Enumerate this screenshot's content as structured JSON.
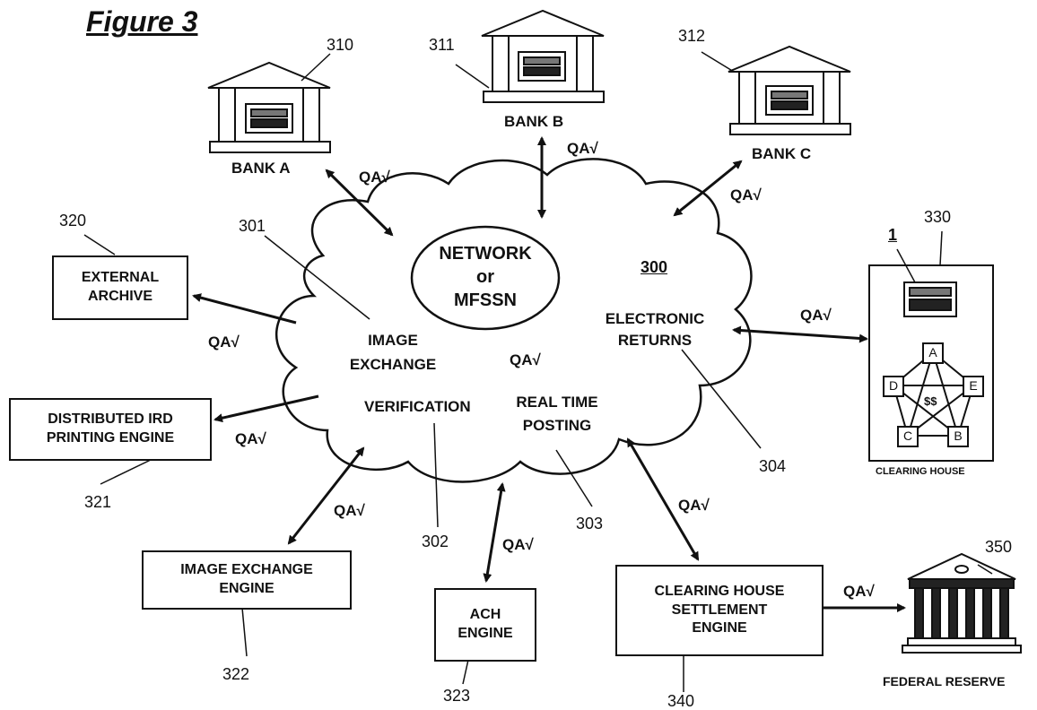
{
  "figure_title": "Figure 3",
  "network": {
    "ref": "300",
    "title_lines": [
      "NETWORK",
      "or",
      "MFSSN"
    ],
    "image_exchange": "IMAGE\nEXCHANGE",
    "image_exchange_ref": "301",
    "verification": "VERIFICATION",
    "verification_ref": "302",
    "real_time_posting": "REAL TIME\nPOSTING",
    "real_time_posting_ref": "303",
    "electronic_returns": "ELECTRONIC\nRETURNS",
    "electronic_returns_ref": "304"
  },
  "banks": [
    {
      "label": "BANK A",
      "ref": "310"
    },
    {
      "label": "BANK B",
      "ref": "311"
    },
    {
      "label": "BANK C",
      "ref": "312"
    }
  ],
  "boxes": {
    "external_archive": {
      "label": "EXTERNAL\nARCHIVE",
      "ref": "320"
    },
    "distributed_ird": {
      "label": "DISTRIBUTED IRD\nPRINTING ENGINE",
      "ref": "321"
    },
    "image_exchange_engine": {
      "label": "IMAGE EXCHANGE\nENGINE",
      "ref": "322"
    },
    "ach_engine": {
      "label": "ACH\nENGINE",
      "ref": "323"
    },
    "clearing_house_settlement": {
      "label": "CLEARING HOUSE\nSETTLEMENT\nENGINE",
      "ref": "340"
    }
  },
  "clearing_house": {
    "label": "CLEARING HOUSE",
    "ref": "330",
    "device_ref": "1",
    "nodes": [
      "A",
      "B",
      "C",
      "D",
      "E"
    ],
    "center": "$$"
  },
  "federal_reserve": {
    "label": "FEDERAL RESERVE",
    "ref": "350"
  },
  "qa_label": "QA√"
}
